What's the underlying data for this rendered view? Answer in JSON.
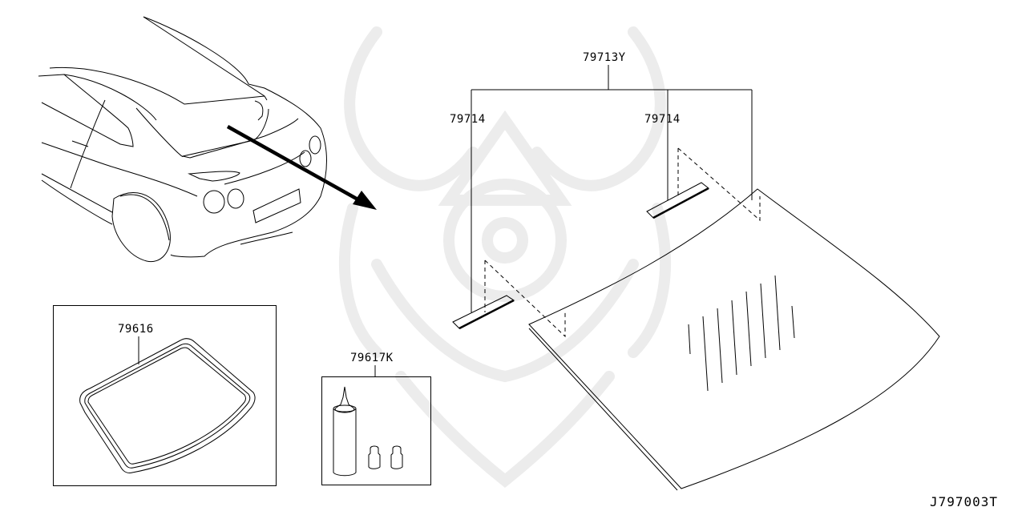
{
  "diagram": {
    "type": "exploded parts diagram",
    "subject": "Rear window glass assembly",
    "reference_code": "J797003T",
    "callouts": [
      {
        "id": "glass-kit",
        "part_number": "79713Y"
      },
      {
        "id": "spacer-left",
        "part_number": "79714"
      },
      {
        "id": "spacer-right",
        "part_number": "79714"
      },
      {
        "id": "seal",
        "part_number": "79616"
      },
      {
        "id": "adhesive-kit",
        "part_number": "79617K"
      }
    ],
    "colors": {
      "line": "#000000",
      "watermark": "#e9e9e9",
      "background": "#ffffff"
    }
  }
}
